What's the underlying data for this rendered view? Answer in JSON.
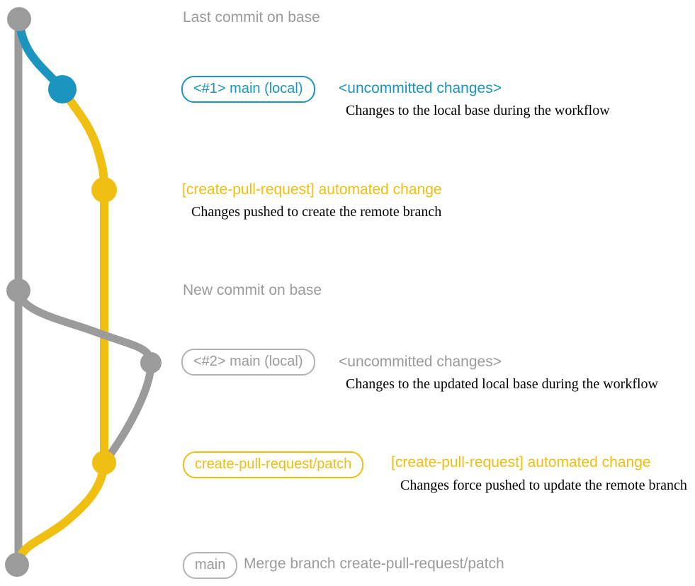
{
  "colors": {
    "base_gray": "#9b9b9b",
    "branch_blue": "#1b95c0",
    "branch_yellow": "#efc011",
    "caption_black": "#000000"
  },
  "graph": {
    "branches": [
      {
        "name": "base",
        "color": "#9b9b9b"
      },
      {
        "name": "main (local)",
        "color": "#1b95c0"
      },
      {
        "name": "create-pull-request/patch",
        "color": "#efc011"
      }
    ],
    "commits": [
      {
        "id": "base-tip",
        "branch": "base",
        "color": "#9b9b9b",
        "label": "Last commit on base"
      },
      {
        "id": "local-1",
        "branch": "main (local)",
        "color": "#1b95c0",
        "label": "<#1> main (local) <uncommitted changes>"
      },
      {
        "id": "patch-1",
        "branch": "create-pull-request/patch",
        "color": "#efc011",
        "label": "[create-pull-request] automated change"
      },
      {
        "id": "base-new",
        "branch": "base",
        "color": "#9b9b9b",
        "label": "New commit on base"
      },
      {
        "id": "local-2",
        "branch": "main (local)",
        "color": "#9b9b9b",
        "label": "<#2> main (local) <uncommitted changes>"
      },
      {
        "id": "patch-2",
        "branch": "create-pull-request/patch",
        "color": "#efc011",
        "label": "[create-pull-request] automated change"
      },
      {
        "id": "merge",
        "branch": "base",
        "color": "#9b9b9b",
        "label": "main — Merge branch create-pull-request/patch"
      }
    ]
  },
  "annotations": {
    "last_commit": "Last commit on base",
    "new_commit": "New commit on base",
    "row1": {
      "badge": "<#1> main (local)",
      "title": "<uncommitted changes>",
      "caption": "Changes to the local base during the workflow"
    },
    "row2": {
      "title": "[create-pull-request] automated change",
      "caption": "Changes pushed to create the remote branch"
    },
    "row3": {
      "badge": "<#2> main (local)",
      "title": "<uncommitted changes>",
      "caption": "Changes to the updated local base during the workflow"
    },
    "row4": {
      "badge": "create-pull-request/patch",
      "title": "[create-pull-request] automated change",
      "caption": "Changes force pushed to update the remote branch"
    },
    "row5": {
      "badge": "main",
      "title": "Merge branch create-pull-request/patch"
    }
  }
}
